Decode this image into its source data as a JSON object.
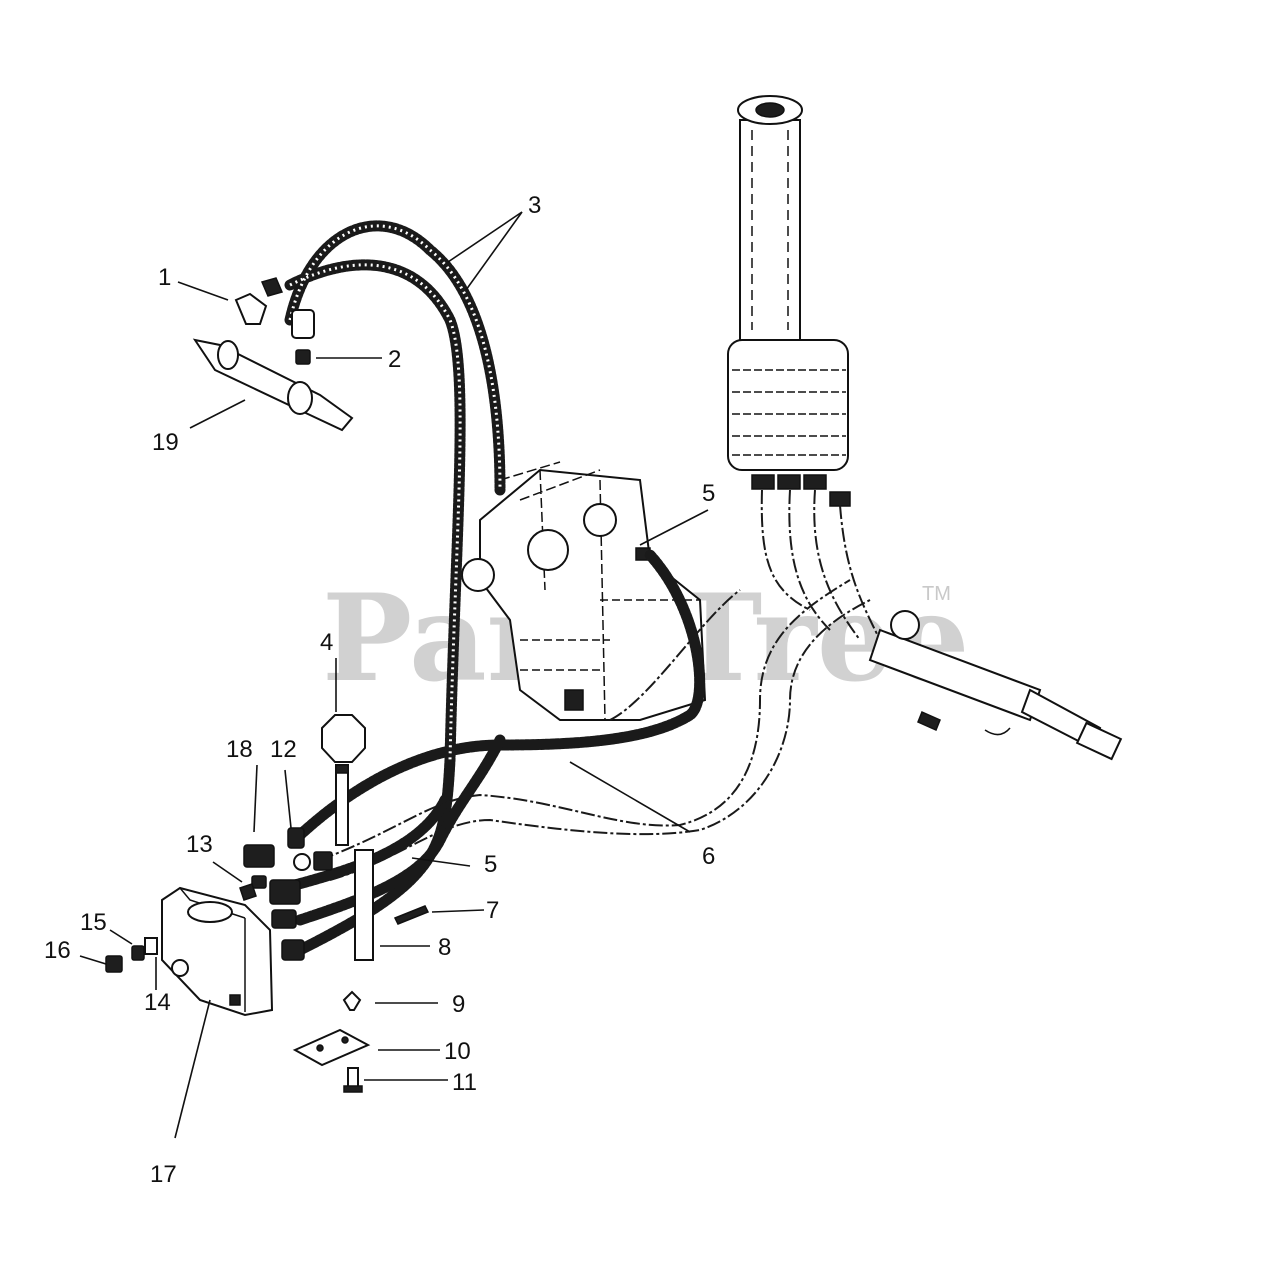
{
  "watermark": {
    "text": "PartsTree",
    "trademark": "TM"
  },
  "callouts": {
    "c1": "1",
    "c2": "2",
    "c3": "3",
    "c4": "4",
    "c5a": "5",
    "c5b": "5",
    "c6": "6",
    "c7": "7",
    "c8": "8",
    "c9": "9",
    "c10": "10",
    "c11": "11",
    "c12": "12",
    "c13": "13",
    "c14": "14",
    "c15": "15",
    "c16": "16",
    "c17": "17",
    "c18": "18",
    "c19": "19"
  }
}
